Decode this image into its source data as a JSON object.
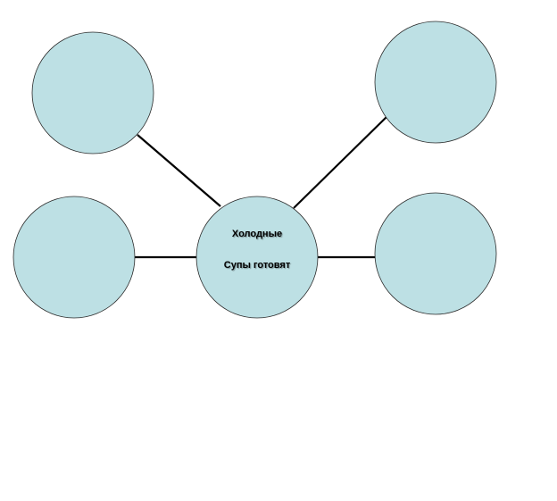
{
  "diagram": {
    "type": "cluster",
    "center": {
      "line1": "Холодные",
      "line2": "Супы готовят"
    },
    "outer_nodes": [
      {
        "position": "top-left",
        "label": ""
      },
      {
        "position": "top-right",
        "label": ""
      },
      {
        "position": "middle-left",
        "label": ""
      },
      {
        "position": "middle-right",
        "label": ""
      }
    ],
    "colors": {
      "node_fill": "#bde0e4",
      "node_stroke": "#2a2a2a",
      "connector": "#000000",
      "text": "#000000"
    }
  }
}
